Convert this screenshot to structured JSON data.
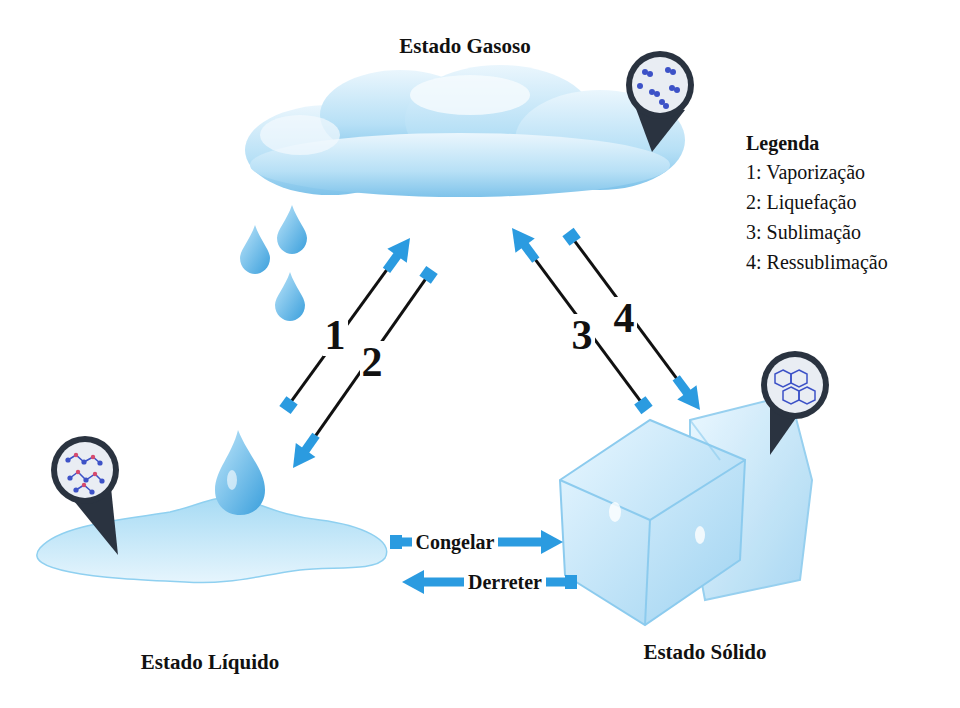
{
  "diagram": {
    "nodes": [
      {
        "text": [
          "Estado Gasoso"
        ]
      },
      {
        "text": [
          "Estado Líquido"
        ]
      },
      {
        "text": [
          "Estado Sólido"
        ]
      }
    ],
    "edges": [
      {
        "from": 1,
        "to": 0,
        "label": "1",
        "arrow": "to"
      },
      {
        "from": 0,
        "to": 1,
        "label": "2",
        "arrow": "to"
      },
      {
        "from": 2,
        "to": 0,
        "label": "3",
        "arrow": "to"
      },
      {
        "from": 0,
        "to": 2,
        "label": "4",
        "arrow": "to"
      },
      {
        "from": 1,
        "to": 2,
        "label": "Congelar",
        "arrow": "to"
      },
      {
        "from": 2,
        "to": 1,
        "label": "Derreter",
        "arrow": "to"
      }
    ],
    "labels": [
      "Legenda"
    ],
    "legend": [
      {
        "text": "1: Vaporização"
      },
      {
        "text": "2: Liquefação"
      },
      {
        "text": "3: Sublimação"
      },
      {
        "text": "4: Ressublimação"
      }
    ]
  }
}
